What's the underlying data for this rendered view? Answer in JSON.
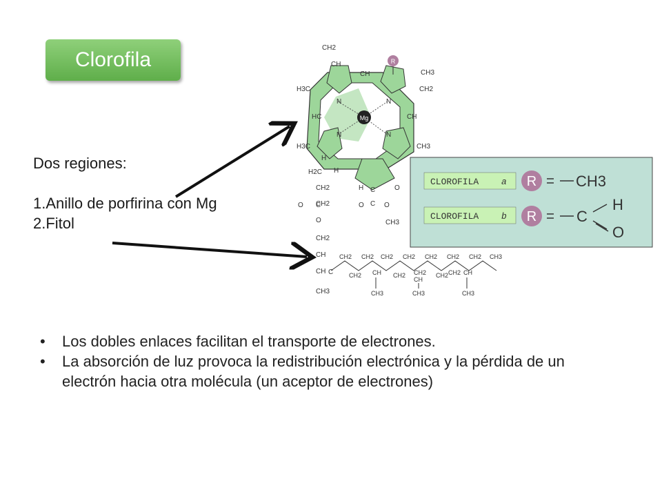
{
  "title": "Clorofila",
  "regions": {
    "heading": "Dos regiones:",
    "items": [
      "1.Anillo de porfirina con Mg",
      "2.Fitol"
    ]
  },
  "bullets": [
    "Los dobles enlaces facilitan el transporte de electrones.",
    "La absorción de luz provoca la redistribución electrónica y la pérdida de un electrón hacia otra molécula (un aceptor de electrones)"
  ],
  "molecule": {
    "metal": "Mg",
    "r_group": "R",
    "labels": {
      "ch2": "CH2",
      "ch": "CH",
      "ch3": "CH3",
      "h3c": "H3C",
      "hc": "HC",
      "h2c": "H2C",
      "n": "N",
      "h": "H",
      "c": "C",
      "o": "O"
    }
  },
  "inset": {
    "row_a": {
      "label": "CLOROFILA",
      "variant": "a",
      "r": "R",
      "group": "CH3"
    },
    "row_b": {
      "label": "CLOROFILA",
      "variant": "b",
      "r": "R",
      "group_c": "C",
      "group_h": "H",
      "group_o": "O"
    }
  },
  "colors": {
    "title_bg": "#6cbc55",
    "ring_fill": "#9dd69a",
    "r_circle": "#b07fa0",
    "inset_bg": "#bfe0d6",
    "label_bg": "#c9f2b5"
  }
}
